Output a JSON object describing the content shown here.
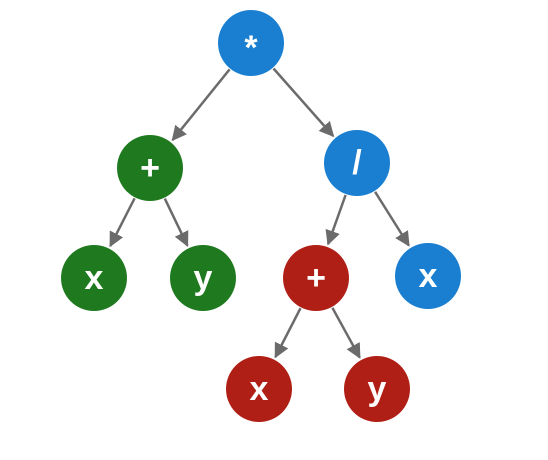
{
  "colors": {
    "blue": "#1a7fd0",
    "green": "#1f7a1f",
    "red": "#b01f16",
    "edge": "#6b6b6b",
    "label": "#ffffff"
  },
  "tree": {
    "nodes": [
      {
        "id": "root-mul",
        "label": "*",
        "color": "blue"
      },
      {
        "id": "left-plus",
        "label": "+",
        "color": "green"
      },
      {
        "id": "right-div",
        "label": "/",
        "color": "blue"
      },
      {
        "id": "left-x",
        "label": "x",
        "color": "green"
      },
      {
        "id": "left-y",
        "label": "y",
        "color": "green"
      },
      {
        "id": "inner-plus",
        "label": "+",
        "color": "red"
      },
      {
        "id": "div-x",
        "label": "x",
        "color": "blue"
      },
      {
        "id": "inner-x",
        "label": "x",
        "color": "red"
      },
      {
        "id": "inner-y",
        "label": "y",
        "color": "red"
      }
    ],
    "edges": [
      {
        "from": "root-mul",
        "to": "left-plus"
      },
      {
        "from": "root-mul",
        "to": "right-div"
      },
      {
        "from": "left-plus",
        "to": "left-x"
      },
      {
        "from": "left-plus",
        "to": "left-y"
      },
      {
        "from": "right-div",
        "to": "inner-plus"
      },
      {
        "from": "right-div",
        "to": "div-x"
      },
      {
        "from": "inner-plus",
        "to": "inner-x"
      },
      {
        "from": "inner-plus",
        "to": "inner-y"
      }
    ]
  }
}
